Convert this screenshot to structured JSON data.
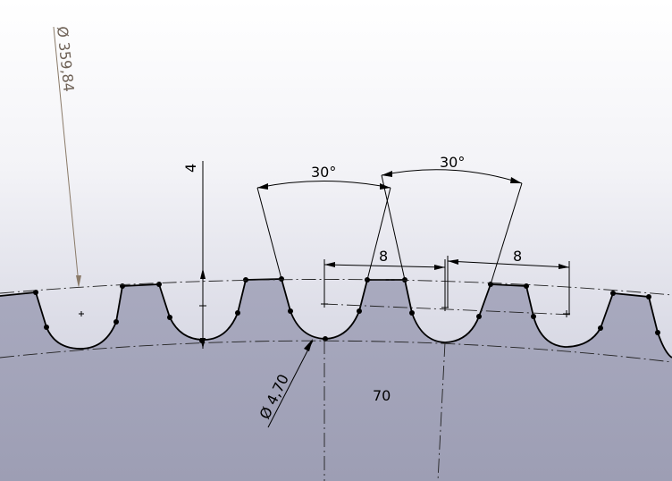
{
  "drawing": {
    "pitch_circle_dimension": "Ø 359,84",
    "tooth_height_dimension": "4",
    "angle_dimension_left": "30°",
    "angle_dimension_right": "30°",
    "pitch_dimension_left": "8",
    "pitch_dimension_right": "8",
    "root_radius_dimension": "Ø 4,70",
    "tooth_count_label": "70"
  },
  "colors": {
    "background_top": "#ffffff",
    "background_bottom": "#c4c5d6",
    "body_fill_top": "#a9aabf",
    "body_fill_bottom": "#9fa0b6",
    "line": "#000000",
    "leader": "#8a7a68"
  }
}
